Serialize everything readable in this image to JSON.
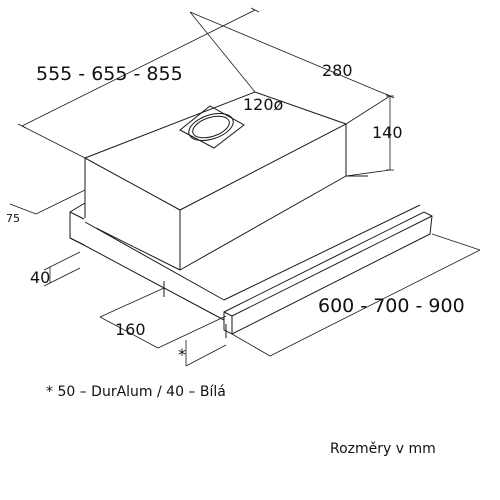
{
  "diagram": {
    "width_label": "555 - 655 - 855",
    "depth_label": "280",
    "duct_label": "120ø",
    "height_label": "140",
    "offset_label": "75",
    "front_height_label": "40",
    "front_depth_label": "160",
    "bottom_width_label": "600 - 700 - 900",
    "star_label": "*",
    "footnote": "* 50 – DurAlum / 40 – Bílá",
    "units_caption": "Rozměry v mm"
  }
}
